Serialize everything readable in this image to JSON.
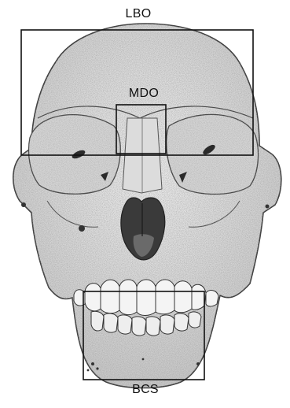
{
  "labels": {
    "lbo": "LBO",
    "mdo": "MDO",
    "bcs": "BCS"
  },
  "colors": {
    "bone": "#e4e4e4",
    "stipple": "#9a9a9a",
    "outline": "#3a3a3a",
    "cavity": "#2a2a2a",
    "box": "#111111"
  }
}
